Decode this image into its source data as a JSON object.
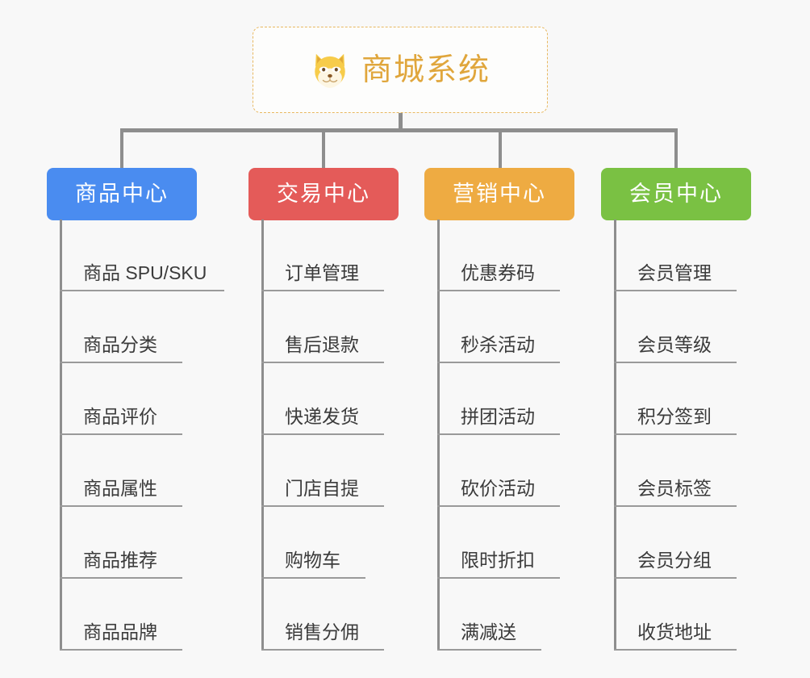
{
  "root": {
    "title": "商城系统",
    "icon": "shiba-dog-icon",
    "border_color": "#e8b860",
    "title_color": "#e0a63c",
    "background": "#fdfdfc"
  },
  "canvas": {
    "background": "#f8f8f8",
    "connector_color": "#8e8e8e"
  },
  "branches": [
    {
      "label": "商品中心",
      "color": "#4a8cf0",
      "leaves": [
        {
          "label": "商品 SPU/SKU",
          "underline_width": 204
        },
        {
          "label": "商品分类",
          "underline_width": 152
        },
        {
          "label": "商品评价",
          "underline_width": 152
        },
        {
          "label": "商品属性",
          "underline_width": 152
        },
        {
          "label": "商品推荐",
          "underline_width": 152
        },
        {
          "label": "商品品牌",
          "underline_width": 152
        }
      ]
    },
    {
      "label": "交易中心",
      "color": "#e45b59",
      "leaves": [
        {
          "label": "订单管理",
          "underline_width": 152
        },
        {
          "label": "售后退款",
          "underline_width": 152
        },
        {
          "label": "快递发货",
          "underline_width": 152
        },
        {
          "label": "门店自提",
          "underline_width": 152
        },
        {
          "label": "购物车",
          "underline_width": 129
        },
        {
          "label": "销售分佣",
          "underline_width": 152
        }
      ]
    },
    {
      "label": "营销中心",
      "color": "#eeab42",
      "leaves": [
        {
          "label": "优惠券码",
          "underline_width": 152
        },
        {
          "label": "秒杀活动",
          "underline_width": 152
        },
        {
          "label": "拼团活动",
          "underline_width": 152
        },
        {
          "label": "砍价活动",
          "underline_width": 152
        },
        {
          "label": "限时折扣",
          "underline_width": 152
        },
        {
          "label": "满减送",
          "underline_width": 129
        }
      ]
    },
    {
      "label": "会员中心",
      "color": "#7ac143",
      "leaves": [
        {
          "label": "会员管理",
          "underline_width": 152
        },
        {
          "label": "会员等级",
          "underline_width": 152
        },
        {
          "label": "积分签到",
          "underline_width": 152
        },
        {
          "label": "会员标签",
          "underline_width": 152
        },
        {
          "label": "会员分组",
          "underline_width": 152
        },
        {
          "label": "收货地址",
          "underline_width": 152
        }
      ]
    }
  ]
}
